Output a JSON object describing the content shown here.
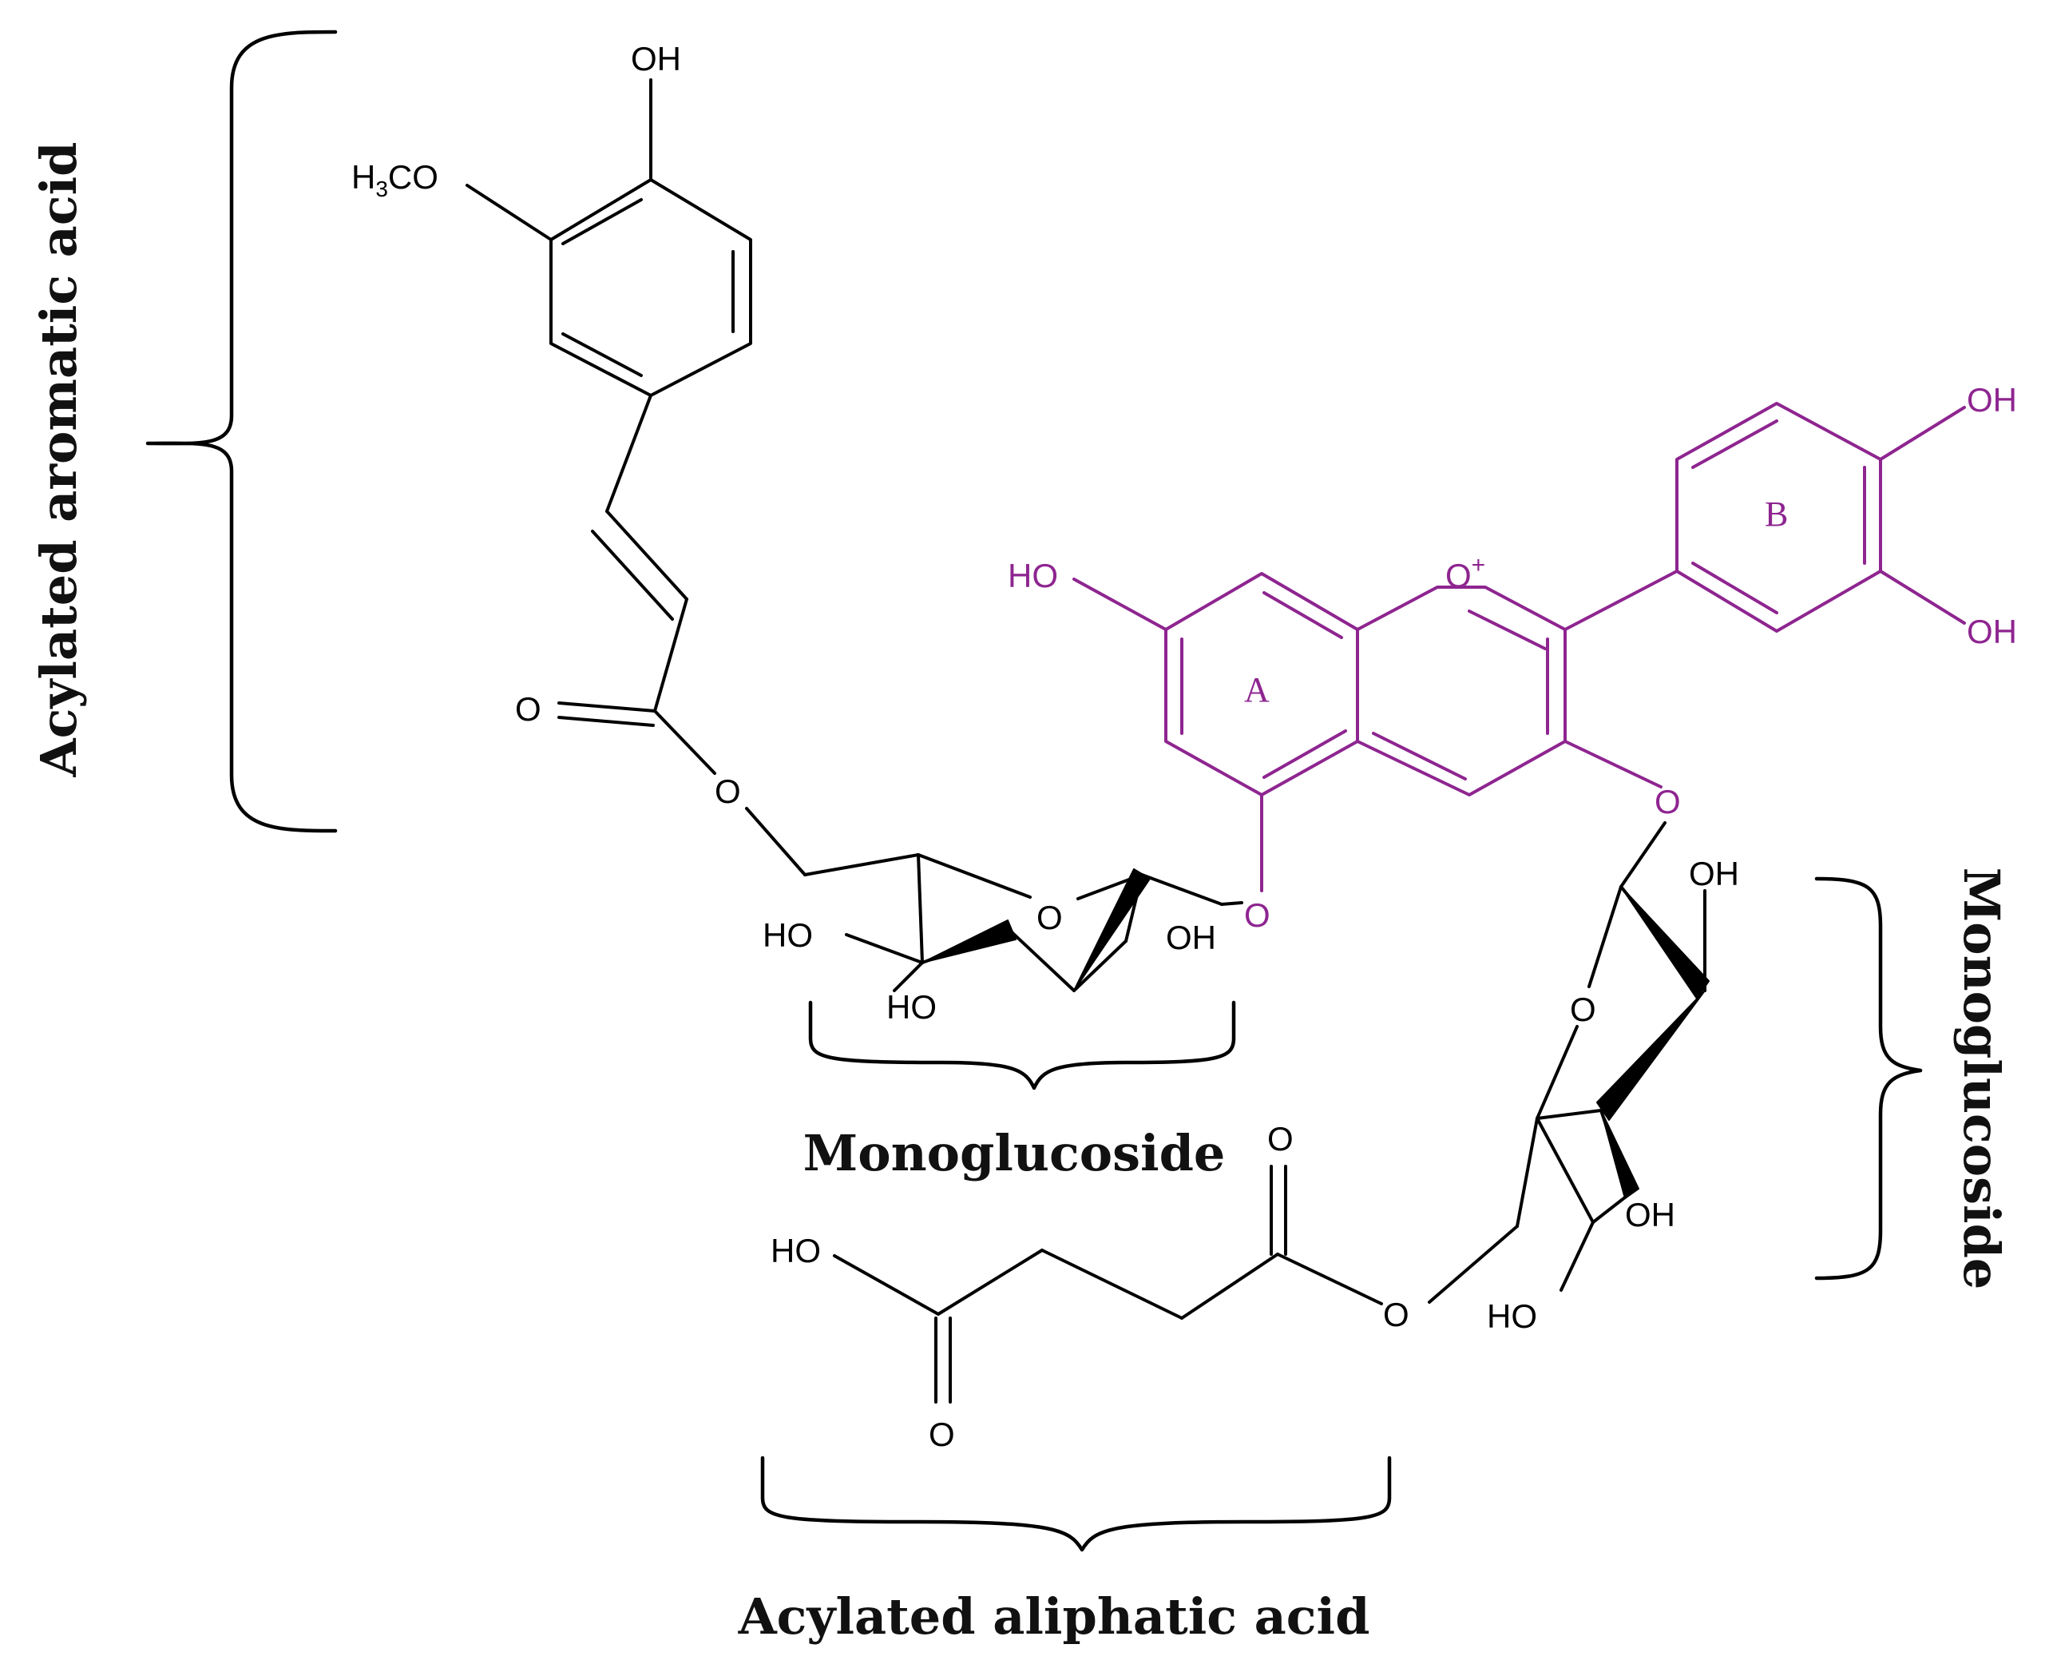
{
  "colors": {
    "anthocyanin_core": "#8e2590",
    "bonds": "#000000",
    "background": "#ffffff"
  },
  "captions": {
    "aromatic_acid": "Acylated aromatic acid",
    "monoglucoside_left": "Monoglucoside",
    "monoglucoside_right": "Monoglucoside",
    "aliphatic_acid": "Acylated aliphatic acid"
  },
  "labels": {
    "ferulic_oh": "OH",
    "ferulic_methoxy": "H3CO",
    "ester1_carbonyl_o": "O",
    "ester1_o": "O",
    "glc1_ho_left": "HO",
    "glc1_ring_o": "O",
    "glc1_oh_right": "OH",
    "glc1_ho_bottom": "HO",
    "core_ho": "HO",
    "core_o_plus": "O+",
    "ring_a": "A",
    "ring_b": "B",
    "b_oh_top": "OH",
    "b_oh_bottom": "OH",
    "o5_link": "O",
    "o3_link": "O",
    "glc2_oh_top": "OH",
    "glc2_ring_o": "O",
    "glc2_oh_mid": "OH",
    "glc2_ho_bottom": "HO",
    "aliph_ho": "HO",
    "aliph_o_top": "O",
    "aliph_o_bottom": "O",
    "aliph_ester_o": "O"
  }
}
